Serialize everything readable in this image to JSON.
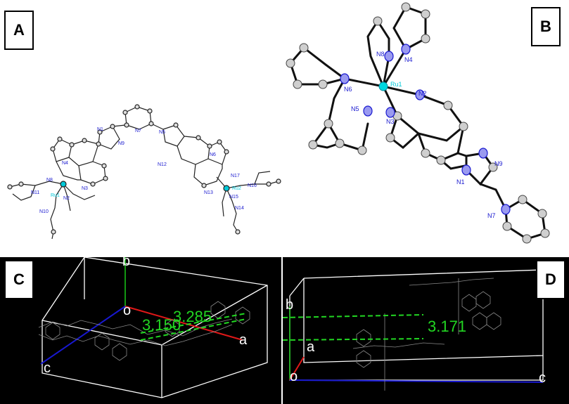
{
  "panels": {
    "A": {
      "label": "A",
      "atoms": [
        "N1",
        "N7",
        "N5",
        "N9",
        "N12",
        "N4",
        "N3",
        "N6",
        "N13",
        "N11",
        "N8",
        "N2",
        "N10",
        "Ru1",
        "N17",
        "N16",
        "N15",
        "N14",
        "Ru2"
      ]
    },
    "B": {
      "label": "B",
      "atoms": [
        "N8",
        "N4",
        "N6",
        "Ru1",
        "N2",
        "N5",
        "N3",
        "N9",
        "N1",
        "N7"
      ]
    },
    "C": {
      "label": "C",
      "axes": {
        "b": "b",
        "o": "o",
        "a": "a",
        "c": "c"
      },
      "distances": [
        "3.150",
        "3.285"
      ]
    },
    "D": {
      "label": "D",
      "axes": {
        "b": "b",
        "a": "a",
        "o": "o",
        "c": "c"
      },
      "distances": [
        "3.171"
      ]
    }
  },
  "colors": {
    "nitrogen": "#1a1ad0",
    "ruthenium": "#00c8d8",
    "distance": "#22d622",
    "axis_a": "#e01818",
    "axis_b": "#18c818",
    "axis_c": "#1818d0"
  }
}
